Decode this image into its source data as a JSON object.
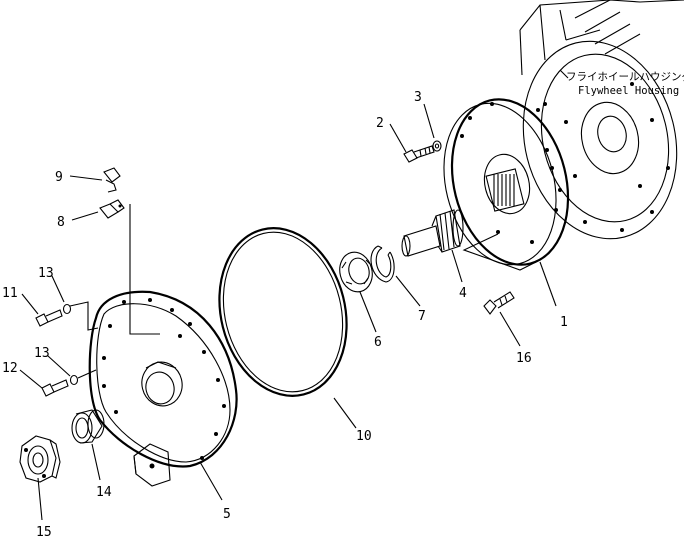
{
  "caption": {
    "japanese": "フライホイールハウジング",
    "english": "Flywheel Housing"
  },
  "callouts": [
    "1",
    "2",
    "3",
    "4",
    "5",
    "6",
    "7",
    "8",
    "9",
    "10",
    "11",
    "12",
    "13",
    "13",
    "14",
    "15",
    "16"
  ]
}
